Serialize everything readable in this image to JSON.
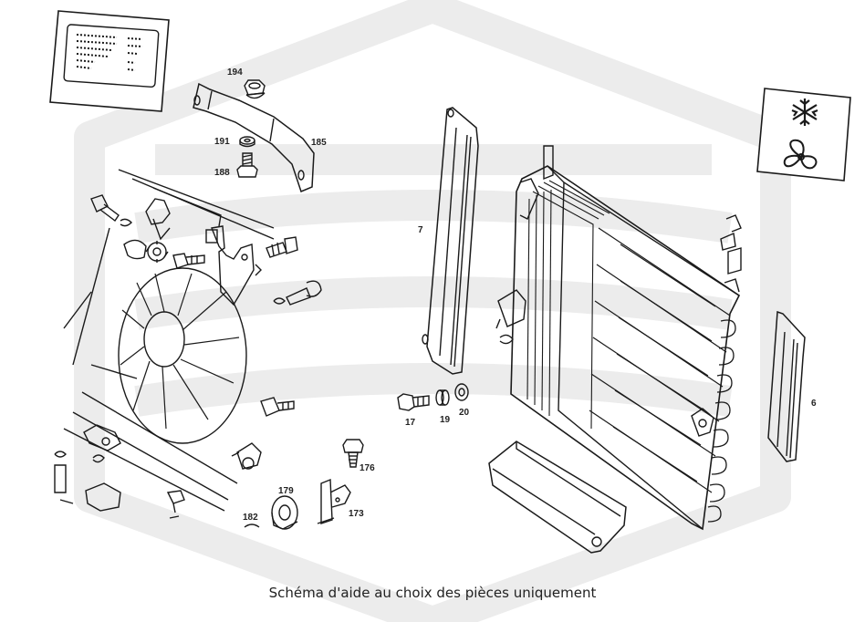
{
  "caption": "Schéma d'aide au choix des pièces uniquement",
  "callouts": [
    {
      "id": "194",
      "label": "194"
    },
    {
      "id": "191",
      "label": "191"
    },
    {
      "id": "188",
      "label": "188"
    },
    {
      "id": "185",
      "label": "185"
    },
    {
      "id": "7",
      "label": "7"
    },
    {
      "id": "6",
      "label": "6"
    },
    {
      "id": "17",
      "label": "17"
    },
    {
      "id": "19",
      "label": "19"
    },
    {
      "id": "20",
      "label": "20"
    },
    {
      "id": "176",
      "label": "176"
    },
    {
      "id": "179",
      "label": "179"
    },
    {
      "id": "182",
      "label": "182"
    },
    {
      "id": "173",
      "label": "173"
    }
  ],
  "icons": {
    "top_left": "engine-spec-chart-icon",
    "top_right": [
      "snowflake-icon",
      "fan-icon"
    ]
  },
  "colors": {
    "watermark": "#ececec",
    "line": "#1a1a1a"
  }
}
